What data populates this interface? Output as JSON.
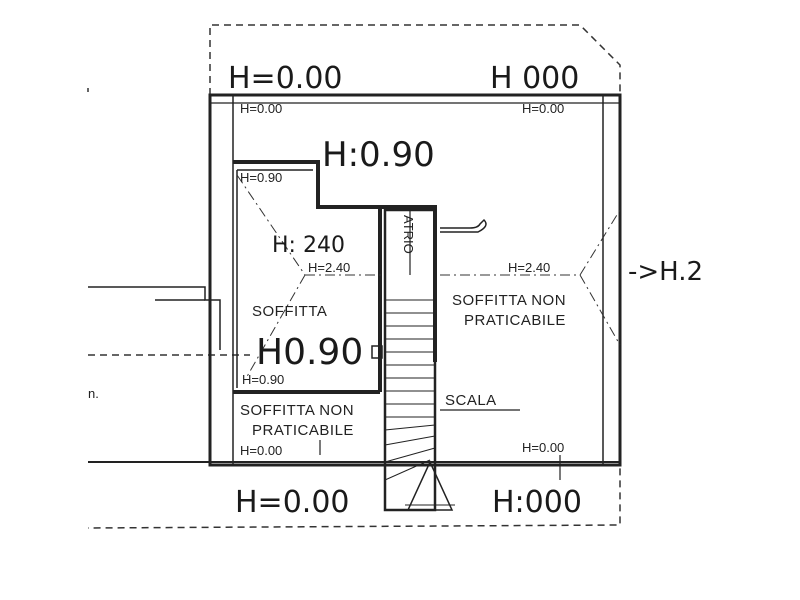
{
  "plan": {
    "printed_labels": {
      "h_top_left": "H=0.00",
      "h_top_right": "H=0.00",
      "h_090_upper": "H=0.90",
      "h_240_left": "H=2.40",
      "h_240_right": "H=2.40",
      "h_090_lower": "H=0.90",
      "h_bottom_left": "H=0.00",
      "h_bottom_right": "H=0.00",
      "atrio": "ATRIO",
      "soffitta": "SOFFITTA",
      "soffitta_non_right_1": "SOFFITTA NON",
      "soffitta_non_right_2": "PRATICABILE",
      "soffitta_non_bottom_1": "SOFFITTA NON",
      "soffitta_non_bottom_2": "PRATICABILE",
      "scala": "SCALA",
      "fragment_left": "n."
    },
    "handwritten": {
      "top_left": "H=0.00",
      "top_right": "H 000",
      "upper_mid": "H:0.90",
      "mid_left": "H: 240",
      "center": "H0.90",
      "right_side": "->H.2",
      "bottom_left": "H=0.00",
      "bottom_right": "H:000"
    }
  }
}
